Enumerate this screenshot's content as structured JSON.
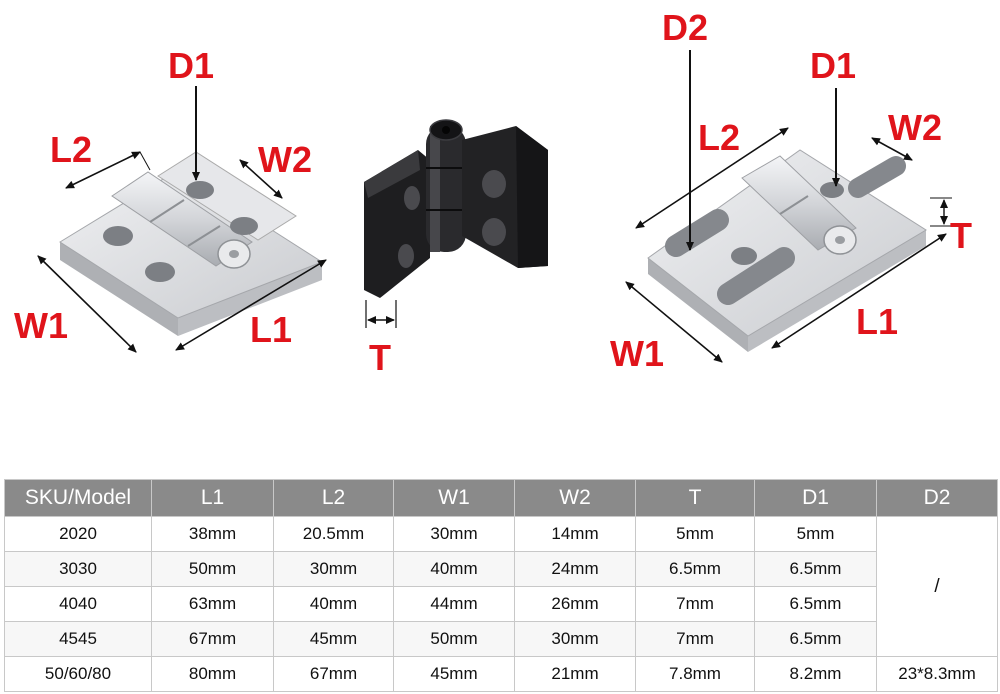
{
  "diagram": {
    "left_hinge_labels": {
      "d1": "D1",
      "l2": "L2",
      "w2": "W2",
      "w1": "W1",
      "l1": "L1"
    },
    "middle_hinge_labels": {
      "t": "T"
    },
    "right_hinge_labels": {
      "d2": "D2",
      "d1": "D1",
      "l2": "L2",
      "w2": "W2",
      "t": "T",
      "w1": "W1",
      "l1": "L1"
    },
    "colors": {
      "label_red": "#e0141b",
      "silver_top": "#dcdde0",
      "silver_side": "#b7b9bd",
      "black_body": "#1b1b1d",
      "table_header_bg": "#8a8a8a"
    }
  },
  "table": {
    "headers": [
      "SKU/Model",
      "L1",
      "L2",
      "W1",
      "W2",
      "T",
      "D1",
      "D2"
    ],
    "rows": [
      [
        "2020",
        "38mm",
        "20.5mm",
        "30mm",
        "14mm",
        "5mm",
        "5mm"
      ],
      [
        "3030",
        "50mm",
        "30mm",
        "40mm",
        "24mm",
        "6.5mm",
        "6.5mm"
      ],
      [
        "4040",
        "63mm",
        "40mm",
        "44mm",
        "26mm",
        "7mm",
        "6.5mm"
      ],
      [
        "4545",
        "67mm",
        "45mm",
        "50mm",
        "30mm",
        "7mm",
        "6.5mm"
      ],
      [
        "50/60/80",
        "80mm",
        "67mm",
        "45mm",
        "21mm",
        "7.8mm",
        "8.2mm",
        "23*8.3mm"
      ]
    ],
    "d2_merged_value": "/"
  }
}
